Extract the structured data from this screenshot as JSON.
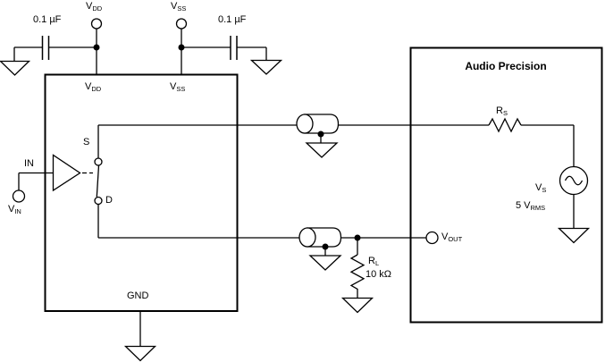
{
  "colors": {
    "line": "#000000",
    "background": "#ffffff",
    "text": "#000000"
  },
  "supplies": {
    "cap_left_value": "0.1 µF",
    "cap_right_value": "0.1 µF",
    "vdd_terminal": {
      "main": "V",
      "sub": "DD"
    },
    "vss_terminal": {
      "main": "V",
      "sub": "SS"
    }
  },
  "dut": {
    "vdd_pin": {
      "main": "V",
      "sub": "DD"
    },
    "vss_pin": {
      "main": "V",
      "sub": "SS"
    },
    "in_pin": "IN",
    "gnd_pin": "GND",
    "switch_source": "S",
    "switch_drain": "D"
  },
  "input": {
    "vin_terminal": {
      "main": "V",
      "sub": "IN"
    }
  },
  "output": {
    "vout_terminal": {
      "main": "V",
      "sub": "OUT"
    },
    "load_resistor": {
      "main": "R",
      "sub": "L"
    },
    "load_value": "10 kΩ"
  },
  "audio_precision": {
    "title": "Audio Precision",
    "series_resistor": {
      "main": "R",
      "sub": "S"
    },
    "source_name": {
      "main": "V",
      "sub": "S"
    },
    "source_value": {
      "main": "5 V",
      "sub": "RMS"
    }
  }
}
